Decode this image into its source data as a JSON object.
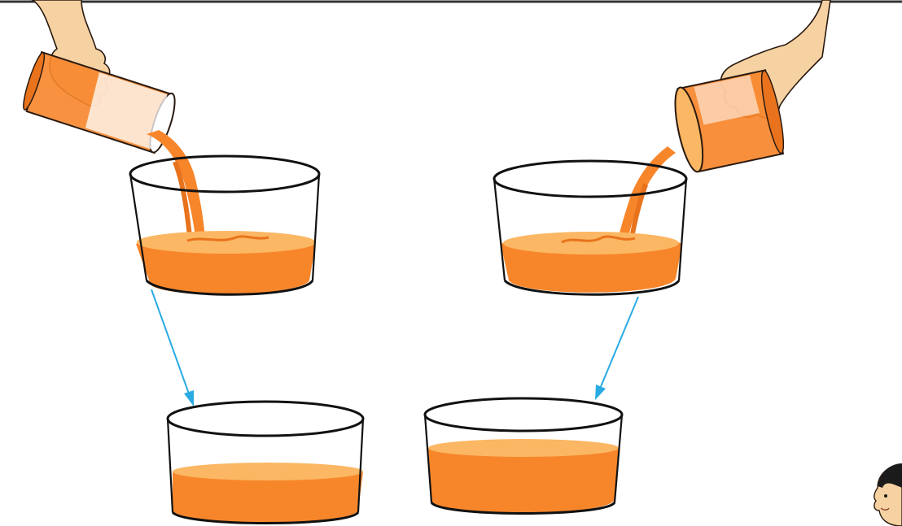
{
  "figure": {
    "pour_left": {
      "container": "small-glass",
      "stream": "thin"
    },
    "pour_right": {
      "container": "glass",
      "stream": "thin"
    },
    "result_left": {
      "juice_level": 0.42
    },
    "result_right": {
      "juice_level": 0.62
    }
  },
  "colors": {
    "juice": "#f7862b",
    "juice_surface": "#fbb763",
    "arrow": "#29abe2",
    "outline": "#111111",
    "top_rule": "#333333"
  },
  "icons": [
    "hand-icon",
    "glass-icon",
    "bowl-icon",
    "arrow-icon",
    "child-face-icon"
  ]
}
